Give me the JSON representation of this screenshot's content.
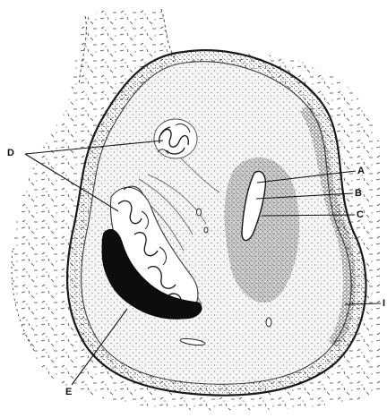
{
  "labels": {
    "a": "A",
    "b": "B",
    "c": "C",
    "d": "D",
    "e": "E",
    "f": "I"
  },
  "colors": {
    "ink": "#111111",
    "stipple": "#3a3a3a",
    "dense_shade": "#6f6f6f",
    "mid_shade": "#b9b9b9",
    "light_shade": "#e4e4e4",
    "background": "#ffffff"
  }
}
